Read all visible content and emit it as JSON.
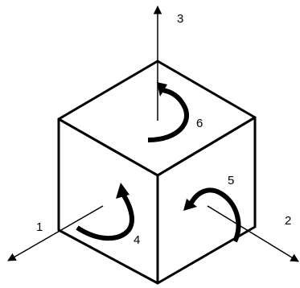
{
  "axes": [
    {
      "id": "axis-1",
      "label": "1"
    },
    {
      "id": "axis-2",
      "label": "2"
    },
    {
      "id": "axis-3",
      "label": "3"
    }
  ],
  "rotation_labels": [
    {
      "id": "rotation-4",
      "label": "4"
    },
    {
      "id": "rotation-5",
      "label": "5"
    },
    {
      "id": "rotation-6",
      "label": "6"
    }
  ],
  "colors": {
    "stroke": "#000000",
    "background": "#ffffff"
  }
}
